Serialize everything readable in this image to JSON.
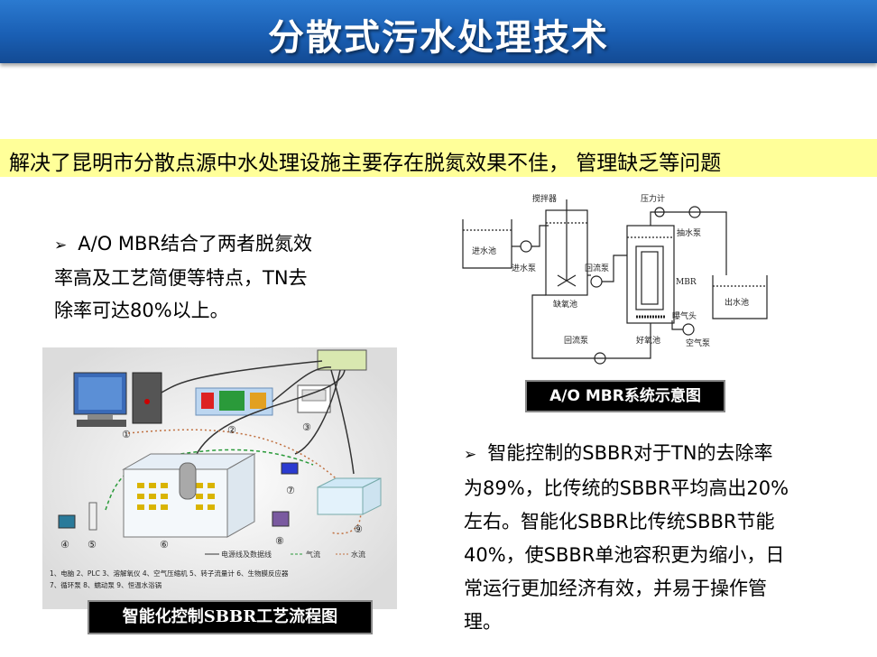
{
  "title": "分散式污水处理技术",
  "highlight": "解决了昆明市分散点源中水处理设施主要存在脱氮效果不佳， 管理缺乏等问题",
  "bullet1": {
    "lines": [
      "A/O MBR结合了两者脱氮效",
      "率高及工艺简便等特点，TN去",
      "除率可达80%以上。"
    ]
  },
  "bullet2": {
    "lines": [
      "智能控制的SBBR对于TN的去除率",
      "为89%，比传统的SBBR平均高出20%",
      "左右。智能化SBBR比传统SBBR节能",
      "40%，使SBBR单池容积更为缩小，日",
      "常运行更加经济有效，并易于操作管",
      "理。"
    ]
  },
  "mbr_diagram": {
    "caption": "A/O MBR系统示意图",
    "labels": {
      "stirrer": "搅拌器",
      "gauge": "压力计",
      "inlet_tank": "进水池",
      "inlet_pump": "进水泵",
      "return_pump_1": "回流泵",
      "anoxic": "缺氧池",
      "mbr": "MBR",
      "suction_pump": "抽水泵",
      "aerator": "曝气头",
      "oxic": "好氧池",
      "air_pump": "空气泵",
      "outlet_tank": "出水池",
      "return_pump_2": "回流泵"
    }
  },
  "sbbr_diagram": {
    "caption": "智能化控制SBBR工艺流程图",
    "legend": [
      "电源线及数据线",
      "气流",
      "水流"
    ],
    "numbers": [
      "①",
      "②",
      "③",
      "④",
      "⑤",
      "⑥",
      "⑦",
      "⑧",
      "⑨"
    ],
    "key_line1": "1、电脑   2、PLC   3、溶解氧仪   4、空气压缩机   5、转子流量计   6、生物膜反应器",
    "key_line2": "7、循环泵   8、蠕动泵   9、恒温水浴锅"
  },
  "colors": {
    "title_bar": "#1a5fb4",
    "highlight_bg": "#ffff99",
    "caption_bg": "#000000"
  }
}
